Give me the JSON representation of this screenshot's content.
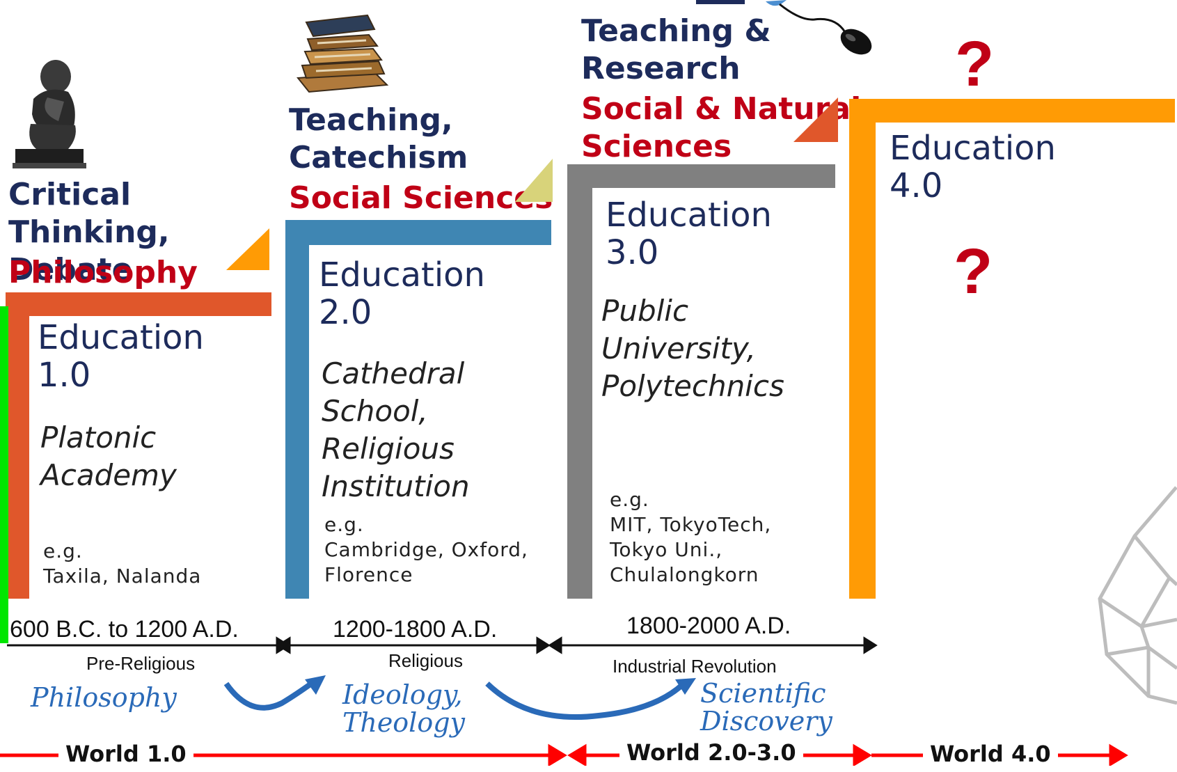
{
  "colors": {
    "edu1": "#e0572b",
    "edu2": "#3f86b3",
    "edu3": "#808080",
    "edu4": "#ff9b05",
    "navy": "#1d2b5b",
    "red": "#c00016",
    "script_blue": "#2a6ab8",
    "world_arrow": "#ff0000"
  },
  "stages": [
    {
      "heading": "Critical Thinking,\nDebate",
      "subject": "Philosophy",
      "title": "Education\n1.0",
      "institution": "Platonic\nAcademy",
      "examples": "e.g.\nTaxila, Nalanda",
      "icon": "thinker-statue-icon"
    },
    {
      "heading": "Teaching,\nCatechism",
      "subject": "Social Sciences",
      "title": "Education\n2.0",
      "institution": "Cathedral\nSchool,\nReligious\nInstitution",
      "examples": "e.g.\nCambridge, Oxford,\nFlorence",
      "icon": "stack-of-books-icon"
    },
    {
      "heading": "Teaching &\nResearch",
      "subject": "Social & Natural\nSciences",
      "title": "Education\n3.0",
      "institution": "Public\nUniversity,\nPolytechnics",
      "examples": "e.g.\nMIT, TokyoTech,\nTokyo Uni.,\nChulalongkorn",
      "icon": "computer-mouse-icon"
    },
    {
      "heading": "",
      "subject": "",
      "title": "Education\n4.0",
      "question_top": "?",
      "question_mid": "?",
      "icon": "question-mark-icon"
    }
  ],
  "timeline": [
    {
      "period": "600 B.C. to 1200 A.D.",
      "era": "Pre-Religious",
      "theme": "Philosophy"
    },
    {
      "period": "1200-1800 A.D.",
      "era": "Religious",
      "theme": "Ideology,\nTheology"
    },
    {
      "period": "1800-2000 A.D.",
      "era": "Industrial Revolution",
      "theme": "Scientific\nDiscovery"
    }
  ],
  "worlds": [
    "World 1.0",
    "World 2.0-3.0",
    "World 4.0"
  ]
}
